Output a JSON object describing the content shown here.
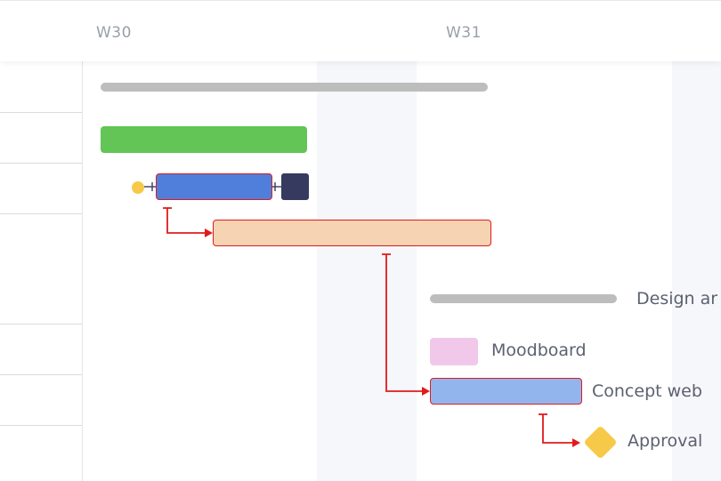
{
  "timeline": {
    "weeks": [
      {
        "label": "W30"
      },
      {
        "label": "W31"
      }
    ]
  },
  "tasks": {
    "design_group": {
      "label": "Design ar"
    },
    "moodboard": {
      "label": "Moodboard"
    },
    "concept_web": {
      "label": "Concept web"
    },
    "approval": {
      "label": "Approval"
    }
  },
  "colors": {
    "summary_bar": "#bdbdbd",
    "green_bar": "#62c555",
    "blue_bar": "#4f7fdb",
    "dark_square": "#353a5e",
    "peach_bar": "#f5d3b3",
    "pink_bar": "#f2c8ea",
    "light_blue_bar": "#93b5ee",
    "milestone": "#f7c948",
    "dependency_arrow": "#e01b1b"
  }
}
